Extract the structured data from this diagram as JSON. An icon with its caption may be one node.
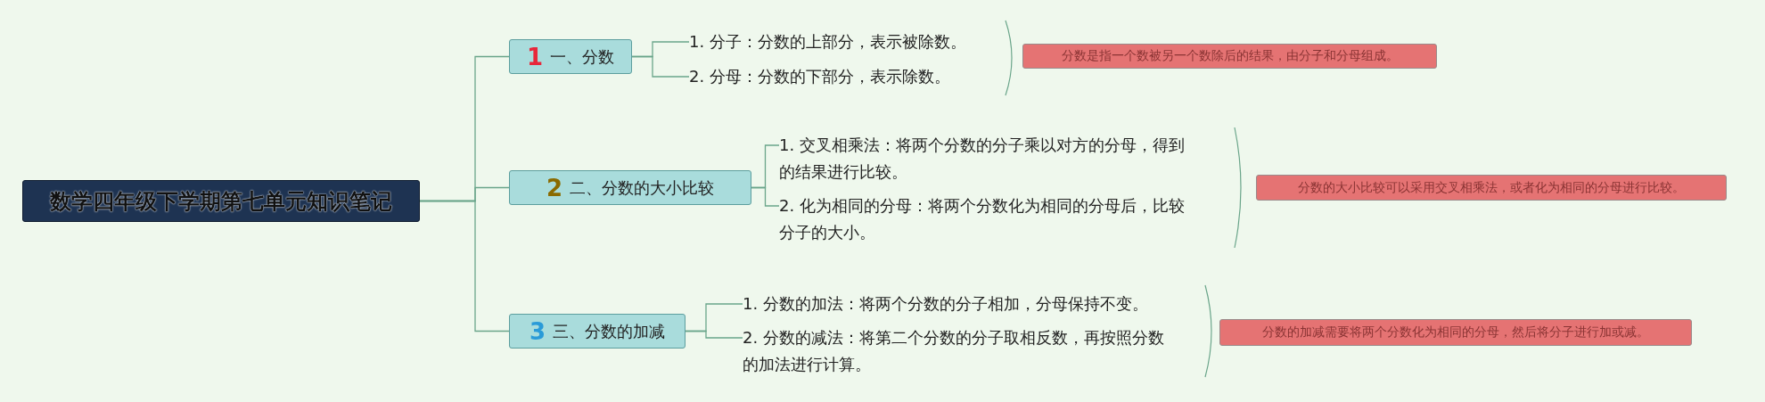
{
  "diagram": {
    "nodes": [
      {
        "text": [
          "数学四年级下学期第七单元知识笔记"
        ]
      },
      {
        "text": [
          "1",
          "一、分数"
        ]
      },
      {
        "text": [
          "1. 分子：分数的上部分，表示被除数。"
        ]
      },
      {
        "text": [
          "2. 分母：分数的下部分，表示除数。"
        ]
      },
      {
        "text": [
          "分数是指一个数被另一个数除后的结果，由分子和分母组成。"
        ]
      },
      {
        "text": [
          "2",
          "二、分数的大小比较"
        ]
      },
      {
        "text": [
          "1. 交叉相乘法：将两个分数的分子乘以对方的分母，得到的结果进行比较。"
        ]
      },
      {
        "text": [
          "2. 化为相同的分母：将两个分数化为相同的分母后，比较分子的大小。"
        ]
      },
      {
        "text": [
          "分数的大小比较可以采用交叉相乘法，或者化为相同的分母进行比较。"
        ]
      },
      {
        "text": [
          "3",
          "三、分数的加减"
        ]
      },
      {
        "text": [
          "1. 分数的加法：将两个分数的分子相加，分母保持不变。"
        ]
      },
      {
        "text": [
          "2. 分数的减法：将第二个分数的分子取相反数，再按照分数的加法进行计算。"
        ]
      },
      {
        "text": [
          "分数的加减需要将两个分数化为相同的分母，然后将分子进行加或减。"
        ]
      }
    ],
    "edges": [
      {
        "from": 0,
        "to": 1,
        "arrow": "none"
      },
      {
        "from": 0,
        "to": 5,
        "arrow": "none"
      },
      {
        "from": 0,
        "to": 9,
        "arrow": "none"
      },
      {
        "from": 1,
        "to": 2,
        "arrow": "none"
      },
      {
        "from": 1,
        "to": 3,
        "arrow": "none"
      },
      {
        "from": 5,
        "to": 6,
        "arrow": "none"
      },
      {
        "from": 5,
        "to": 7,
        "arrow": "none"
      },
      {
        "from": 9,
        "to": 10,
        "arrow": "none"
      },
      {
        "from": 9,
        "to": 11,
        "arrow": "none"
      }
    ]
  }
}
